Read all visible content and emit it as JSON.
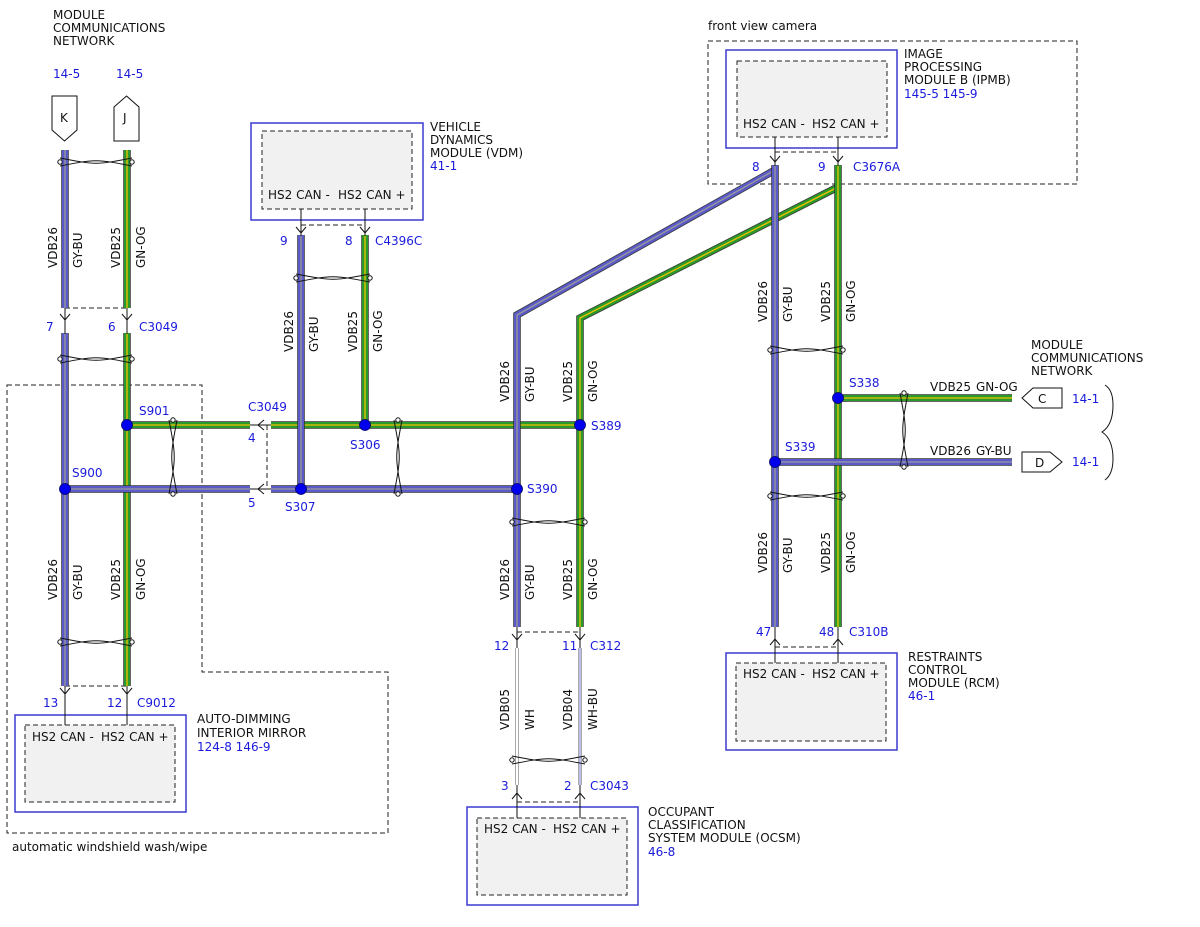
{
  "labels": {
    "mcn_top": [
      "MODULE",
      "COMMUNICATIONS",
      "NETWORK"
    ],
    "mcn_right": [
      "MODULE",
      "COMMUNICATIONS",
      "NETWORK"
    ],
    "front_camera": "front view camera",
    "auto_wash": "automatic windshield wash/wipe"
  },
  "refs": {
    "k_ref": "14-5",
    "j_ref": "14-5",
    "c_ref": "14-1",
    "d_ref": "14-1"
  },
  "connectors": {
    "k": "K",
    "j": "J",
    "c": "C",
    "d": "D"
  },
  "modules": {
    "vdm": {
      "name": [
        "VEHICLE",
        "DYNAMICS",
        "MODULE (VDM)"
      ],
      "ref": "41-1",
      "pin_minus": "HS2 CAN -",
      "pin_plus": "HS2 CAN +"
    },
    "ipmb": {
      "name": [
        "IMAGE",
        "PROCESSING",
        "MODULE B (IPMB)"
      ],
      "ref": "145-5   145-9",
      "pin_minus": "HS2 CAN -",
      "pin_plus": "HS2 CAN +"
    },
    "rcm": {
      "name": [
        "RESTRAINTS",
        "CONTROL",
        "MODULE (RCM)"
      ],
      "ref": "46-1",
      "pin_minus": "HS2 CAN -",
      "pin_plus": "HS2 CAN +"
    },
    "mirror": {
      "name": [
        "AUTO-DIMMING",
        "INTERIOR MIRROR"
      ],
      "ref": "124-8   146-9",
      "pin_minus": "HS2 CAN -",
      "pin_plus": "HS2 CAN +"
    },
    "ocsm": {
      "name": [
        "OCCUPANT",
        "CLASSIFICATION",
        "SYSTEM MODULE (OCSM)"
      ],
      "ref": "46-8",
      "pin_minus": "HS2 CAN -",
      "pin_plus": "HS2 CAN +"
    }
  },
  "connector_ids": {
    "c3049_top": "C3049",
    "c3049_mid": "C3049",
    "c4396c": "C4396C",
    "c3676a": "C3676A",
    "c310b": "C310B",
    "c9012": "C9012",
    "c312": "C312",
    "c3043": "C3043"
  },
  "pins": {
    "c3049_7": "7",
    "c3049_6": "6",
    "c3049_4": "4",
    "c3049_5": "5",
    "vdm_9": "9",
    "vdm_8": "8",
    "ipmb_8": "8",
    "ipmb_9": "9",
    "rcm_47": "47",
    "rcm_48": "48",
    "mirror_13": "13",
    "mirror_12": "12",
    "c312_12": "12",
    "c312_11": "11",
    "ocsm_3": "3",
    "ocsm_2": "2"
  },
  "splices": {
    "s901": "S901",
    "s900": "S900",
    "s306": "S306",
    "s307": "S307",
    "s389": "S389",
    "s390": "S390",
    "s338": "S338",
    "s339": "S339"
  },
  "wires": {
    "vdb26": "VDB26",
    "gybu": "GY-BU",
    "vdb25": "VDB25",
    "gnog": "GN-OG",
    "vdb05": "VDB05",
    "wh": "WH",
    "vdb04": "VDB04",
    "whbu": "WH-BU"
  },
  "colors": {
    "green": "#2a9a2a",
    "green_stripe": "#f2c200",
    "blue_wire": "#5a5ac8",
    "blue_stripe": "#9a9a9a",
    "white_wire": "#aaaaaa",
    "text_blue": "#1a1adc",
    "splice": "#0000ee",
    "box_outline": "#3a3ad0"
  }
}
